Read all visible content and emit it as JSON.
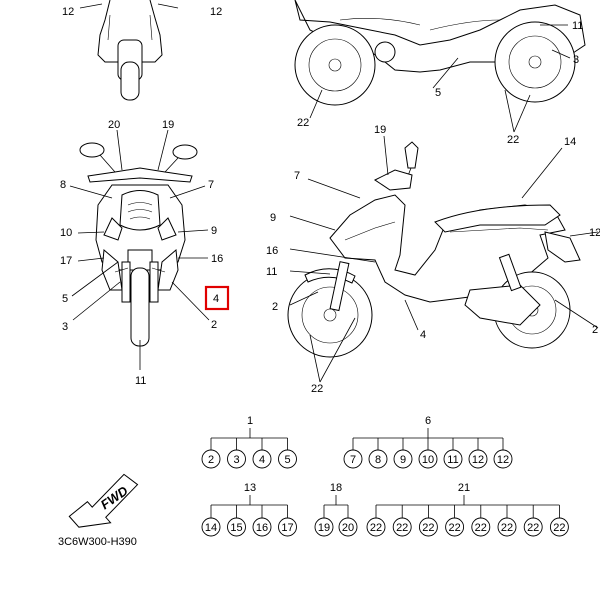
{
  "labels": {
    "top_front": [
      "12",
      "12"
    ],
    "top_side": [
      "11",
      "3",
      "5",
      "22",
      "22"
    ],
    "front": [
      "20",
      "19",
      "8",
      "7",
      "10",
      "9",
      "17",
      "16",
      "5",
      "3",
      "2",
      "11"
    ],
    "highlighted": "4",
    "side": [
      "19",
      "14",
      "7",
      "9",
      "16",
      "11",
      "2",
      "22",
      "4",
      "12",
      "2"
    ]
  },
  "trees": [
    {
      "root": "1",
      "children": [
        "2",
        "3",
        "4",
        "5"
      ]
    },
    {
      "root": "6",
      "children": [
        "7",
        "8",
        "9",
        "10",
        "11",
        "12",
        "12"
      ]
    },
    {
      "root": "13",
      "children": [
        "14",
        "15",
        "16",
        "17"
      ]
    },
    {
      "root": "18",
      "children": [
        "19",
        "20"
      ]
    },
    {
      "root": "21",
      "children": [
        "22",
        "22",
        "22",
        "22",
        "22",
        "22",
        "22",
        "22"
      ]
    }
  ],
  "fwd_text": "FWD",
  "code": "3C6W300-H390",
  "colors": {
    "highlight": "#e00000",
    "line": "#000000",
    "background": "#ffffff"
  }
}
